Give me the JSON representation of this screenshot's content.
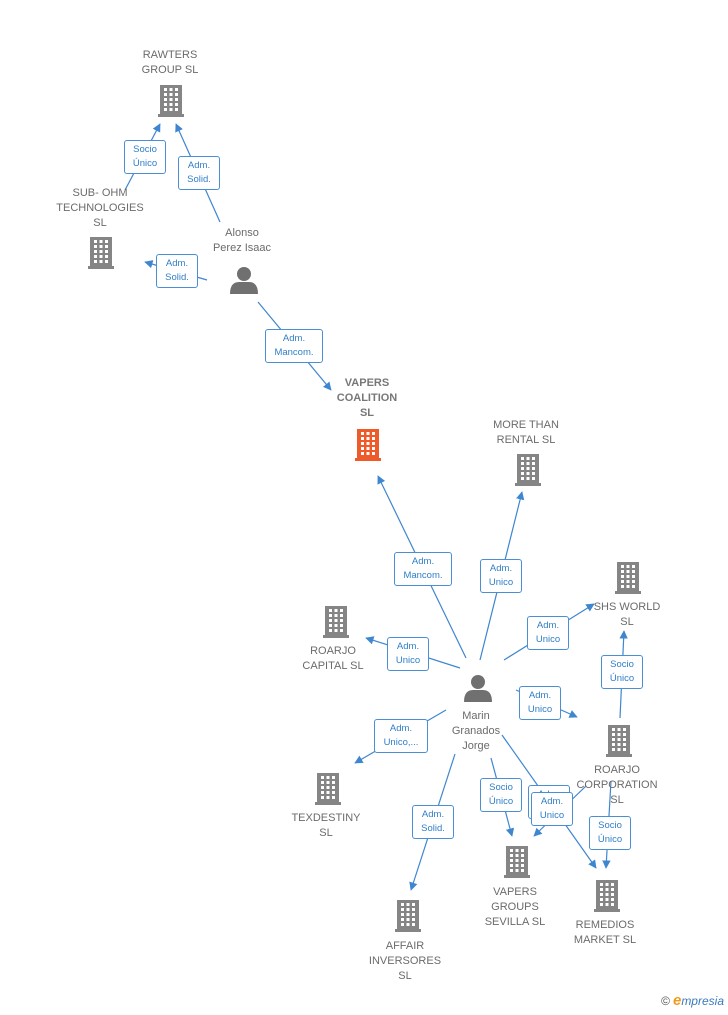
{
  "colors": {
    "edge": "#3f86d0",
    "company": "#858585",
    "focus_company": "#ee5a2a",
    "person": "#707070"
  },
  "nodes": [
    {
      "id": "rawters",
      "kind": "company",
      "label": "RAWTERS\nGROUP  SL"
    },
    {
      "id": "subohm",
      "kind": "company",
      "label": "SUB- OHM\nTECHNOLOGIES\nSL"
    },
    {
      "id": "alonso",
      "kind": "person",
      "label": "Alonso\nPerez Isaac"
    },
    {
      "id": "vapers_coalition",
      "kind": "focus",
      "label": "VAPERS\nCOALITION\nSL"
    },
    {
      "id": "more_than_rental",
      "kind": "company",
      "label": "MORE THAN\nRENTAL  SL"
    },
    {
      "id": "shs_world",
      "kind": "company",
      "label": "SHS WORLD\nSL"
    },
    {
      "id": "roarjo_capital",
      "kind": "company",
      "label": "ROARJO\nCAPITAL  SL"
    },
    {
      "id": "marin",
      "kind": "person",
      "label": "Marin\nGranados\nJorge"
    },
    {
      "id": "roarjo_corp",
      "kind": "company",
      "label": "ROARJO\nCORPORATION\nSL"
    },
    {
      "id": "texdestiny",
      "kind": "company",
      "label": "TEXDESTINY\nSL"
    },
    {
      "id": "vapers_groups",
      "kind": "company",
      "label": "VAPERS\nGROUPS\nSEVILLA  SL"
    },
    {
      "id": "remedios",
      "kind": "company",
      "label": "REMEDIOS\nMARKET  SL"
    },
    {
      "id": "affair",
      "kind": "company",
      "label": "AFFAIR\nINVERSORES\nSL"
    }
  ],
  "edges": [
    {
      "from": "subohm",
      "to": "rawters",
      "label": "Socio\nÚnico"
    },
    {
      "from": "alonso",
      "to": "rawters",
      "label": "Adm.\nSolid."
    },
    {
      "from": "alonso",
      "to": "subohm",
      "label": "Adm.\nSolid."
    },
    {
      "from": "alonso",
      "to": "vapers_coalition",
      "label": "Adm.\nMancom."
    },
    {
      "from": "marin",
      "to": "vapers_coalition",
      "label": "Adm.\nMancom."
    },
    {
      "from": "marin",
      "to": "more_than_rental",
      "label": "Adm.\nUnico"
    },
    {
      "from": "marin",
      "to": "shs_world",
      "label": "Adm.\nUnico"
    },
    {
      "from": "marin",
      "to": "roarjo_capital",
      "label": "Adm.\nUnico"
    },
    {
      "from": "marin",
      "to": "roarjo_corp",
      "label": "Adm.\nUnico"
    },
    {
      "from": "roarjo_corp",
      "to": "shs_world",
      "label": "Socio\nÚnico"
    },
    {
      "from": "marin",
      "to": "texdestiny",
      "label": "Adm.\nUnico,..."
    },
    {
      "from": "marin",
      "to": "affair",
      "label": "Adm.\nSolid."
    },
    {
      "from": "marin",
      "to": "vapers_groups",
      "label": "Socio\nÚnico"
    },
    {
      "from": "marin",
      "to": "remedios",
      "label": "Adm.\nUnico"
    },
    {
      "from": "roarjo_corp",
      "to": "vapers_groups",
      "label": "Adm.\nUnico"
    },
    {
      "from": "roarjo_corp",
      "to": "remedios",
      "label": "Socio\nÚnico"
    }
  ],
  "footer": {
    "copyright": "©",
    "brand_initial": "e",
    "brand_rest": "mpresia"
  }
}
